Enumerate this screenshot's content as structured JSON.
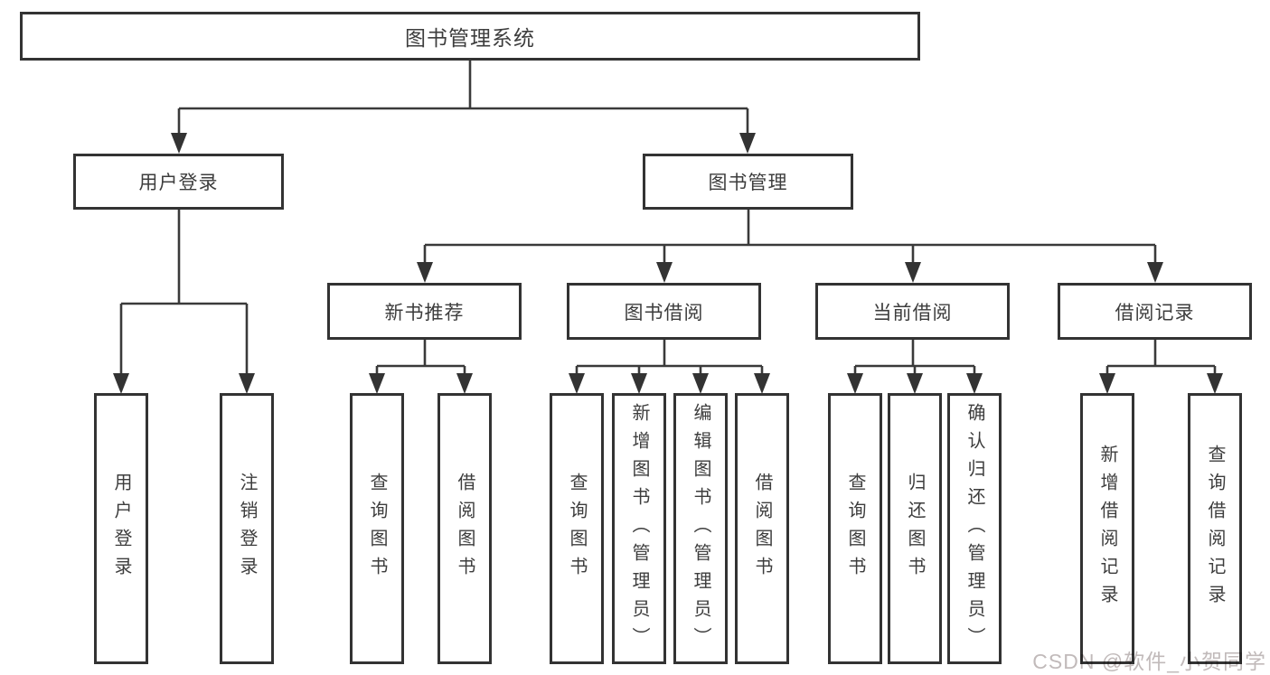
{
  "nodes": {
    "root": "图书管理系统",
    "user_login": "用户登录",
    "book_mgmt": "图书管理",
    "new_book_rec": "新书推荐",
    "book_borrow": "图书借阅",
    "current_borrow": "当前借阅",
    "borrow_record": "借阅记录",
    "leaf_user_login": "用户登录",
    "leaf_logout": "注销登录",
    "leaf_nbr_query": "查询图书",
    "leaf_nbr_borrow": "借阅图书",
    "leaf_bb_query": "查询图书",
    "leaf_bb_add": "新增图书（管理员）",
    "leaf_bb_edit": "编辑图书（管理员）",
    "leaf_bb_borrow": "借阅图书",
    "leaf_cb_query": "查询图书",
    "leaf_cb_return": "归还图书",
    "leaf_cb_confirm": "确认归还（管理员）",
    "leaf_br_add": "新增借阅记录",
    "leaf_br_query": "查询借阅记录"
  },
  "watermark": "CSDN @软件_小贺同学",
  "colors": {
    "line": "#3a3a3a",
    "box_border": "#333333",
    "text": "#3d3d3d",
    "watermark": "#c1baba",
    "background": "#ffffff"
  }
}
